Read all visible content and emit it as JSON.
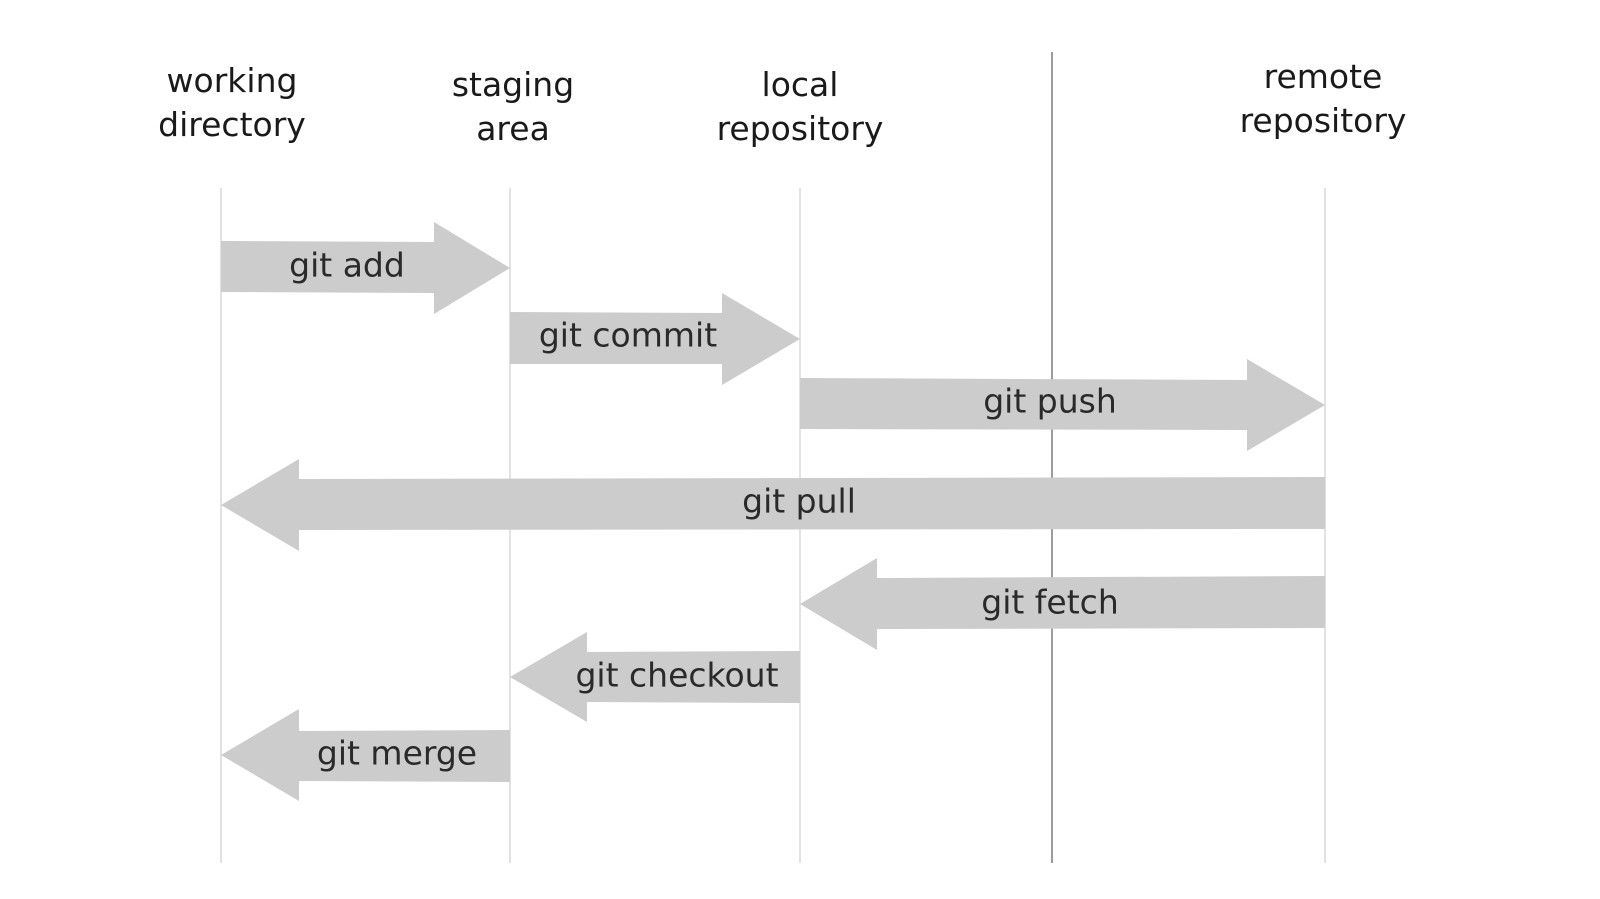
{
  "columns": [
    {
      "key": "working",
      "line1": "working",
      "line2": "directory"
    },
    {
      "key": "staging",
      "line1": "staging",
      "line2": "area"
    },
    {
      "key": "local",
      "line1": "local",
      "line2": "repository"
    },
    {
      "key": "remote",
      "line1": "remote",
      "line2": "repository"
    }
  ],
  "commands": [
    {
      "id": "git-add",
      "label": "git add",
      "from": "working",
      "to": "staging"
    },
    {
      "id": "git-commit",
      "label": "git commit",
      "from": "staging",
      "to": "local"
    },
    {
      "id": "git-push",
      "label": "git push",
      "from": "local",
      "to": "remote"
    },
    {
      "id": "git-pull",
      "label": "git pull",
      "from": "remote",
      "to": "working"
    },
    {
      "id": "git-fetch",
      "label": "git fetch",
      "from": "remote",
      "to": "local"
    },
    {
      "id": "git-checkout",
      "label": "git checkout",
      "from": "local",
      "to": "staging"
    },
    {
      "id": "git-merge",
      "label": "git merge",
      "from": "staging",
      "to": "working"
    }
  ],
  "colors": {
    "arrow": "#cccccc",
    "lane": "#cfcfcf",
    "divider": "#5a5a5a",
    "text": "#1a1a1a"
  }
}
